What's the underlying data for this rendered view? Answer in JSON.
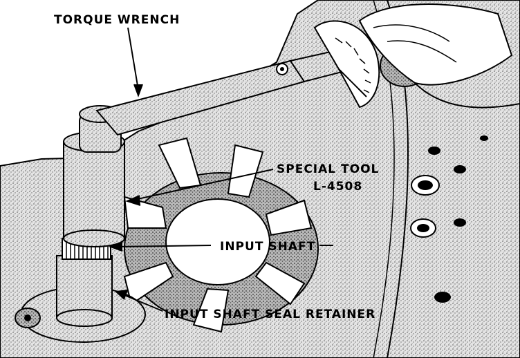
{
  "labels": {
    "torque_wrench": "TORQUE WRENCH",
    "special_tool": "SPECIAL TOOL",
    "special_tool_number": "L-4508",
    "input_shaft": "INPUT SHAFT",
    "input_shaft_seal_retainer": "INPUT SHAFT SEAL RETAINER"
  },
  "colors": {
    "ink": "#000000",
    "paper": "#ffffff",
    "stipple": "#9a9a9a"
  }
}
